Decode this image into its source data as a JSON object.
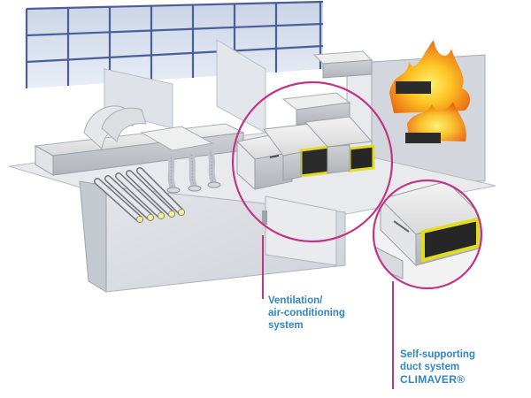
{
  "callouts": {
    "ventilation": {
      "line1": "Ventilation/",
      "line2": "air-conditioning",
      "line3": "system"
    },
    "climaver": {
      "line1": "Self-supporting",
      "line2": "duct system",
      "line3": "CLIMAVER®"
    }
  },
  "colors": {
    "callout_text": "#2f86c4",
    "callout_ring": "#c23585",
    "duct_lining": "#e2dc1f",
    "fire": "#f08a14"
  }
}
